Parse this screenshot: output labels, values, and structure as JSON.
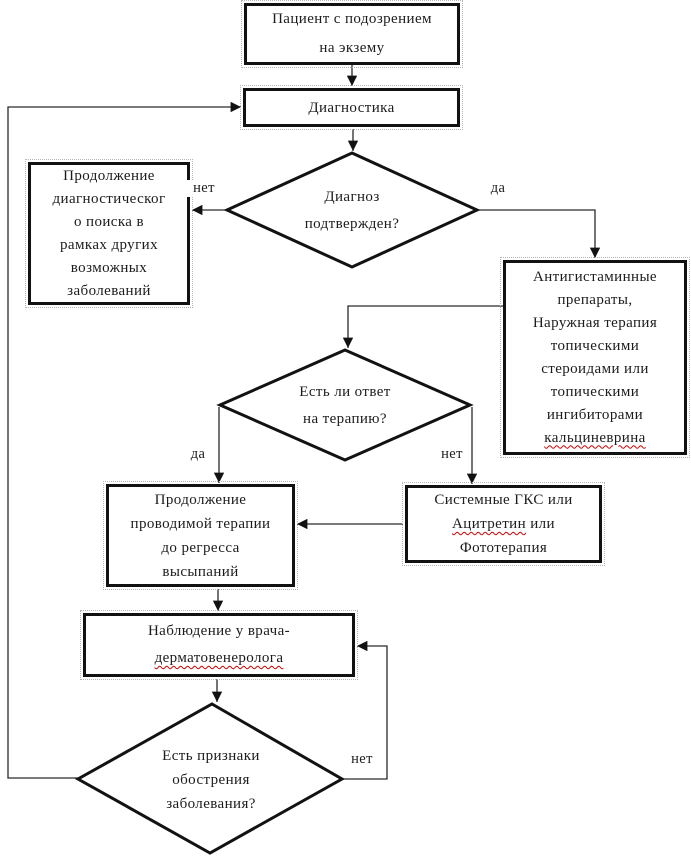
{
  "page": {
    "background_color": "#ffffff",
    "line_color": "#2a2a2a",
    "border_color": "#121212",
    "misspell_underline_color": "#cc0000"
  },
  "labels": {
    "yes1": "да",
    "no1": "нет",
    "yes2": "да",
    "no2": "нет",
    "no3": "нет"
  },
  "nodes": {
    "patient": {
      "text": "Пациент с подозрением\nна экзему"
    },
    "diagnostics": {
      "text": "Диагностика"
    },
    "diagnosis_confirmed": {
      "text": "Диагноз\nподтвержден?"
    },
    "continue_search": {
      "text": "Продолжение\nдиагностическог\nо поиска в\nрамках других\nвозможных\nзаболеваний"
    },
    "antihistamines": {
      "text_before": "Антигистаминные\nпрепараты,\nНаружная терапия\nтопическими\nстероидами или\nтопическими\nингибиторами",
      "misspelled": "\nкальциневрина"
    },
    "therapy_response": {
      "text": "Есть ли ответ\nна терапию?"
    },
    "continue_therapy": {
      "text": "Продолжение\nпроводимой терапии\nдо регресса\nвысыпаний"
    },
    "systemic": {
      "text_before": "Системные ГКС или",
      "misspelled": "\nАцитретин",
      "text_after": " или\nФототерапия"
    },
    "followup": {
      "text_before": "Наблюдение у врача-",
      "misspelled": "\nдерматовенеролога"
    },
    "exacerbation": {
      "text": "Есть признаки\nобострения\nзаболевания?"
    }
  }
}
